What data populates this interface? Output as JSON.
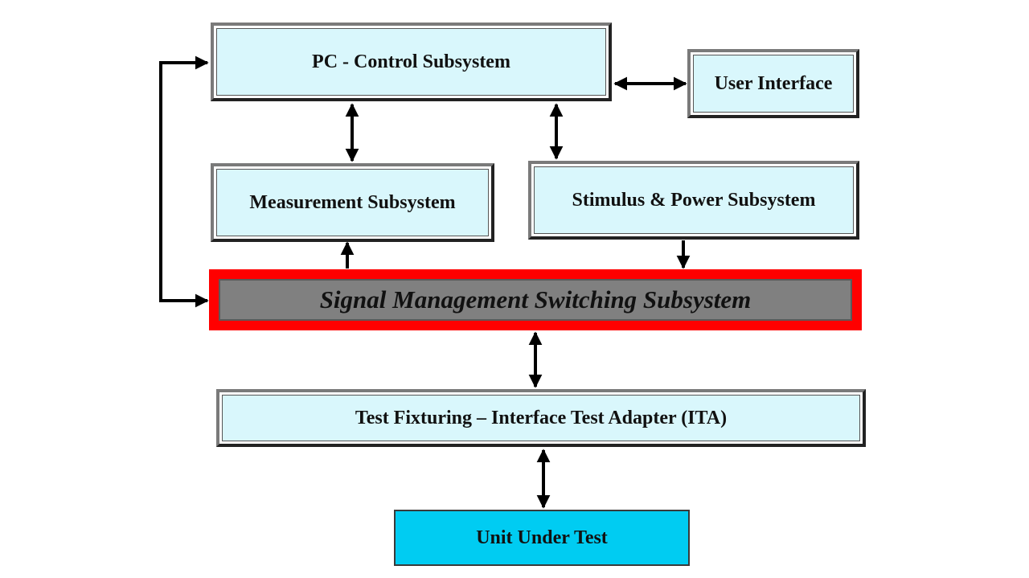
{
  "diagram": {
    "pc_control": "PC - Control Subsystem",
    "user_interface": "User Interface",
    "measurement": "Measurement Subsystem",
    "stimulus_power": "Stimulus & Power Subsystem",
    "signal_management": "Signal Management Switching Subsystem",
    "test_fixturing": "Test Fixturing – Interface Test Adapter (ITA)",
    "unit_under_test": "Unit Under Test",
    "connections": [
      {
        "from": "PC - Control Subsystem",
        "to": "User Interface",
        "direction": "bidirectional"
      },
      {
        "from": "PC - Control Subsystem",
        "to": "Measurement Subsystem",
        "direction": "bidirectional"
      },
      {
        "from": "PC - Control Subsystem",
        "to": "Stimulus & Power Subsystem",
        "direction": "bidirectional"
      },
      {
        "from": "Signal Management Switching Subsystem",
        "to": "Measurement Subsystem",
        "direction": "one-way"
      },
      {
        "from": "Stimulus & Power Subsystem",
        "to": "Signal Management Switching Subsystem",
        "direction": "one-way"
      },
      {
        "from": "PC - Control Subsystem",
        "to": "Signal Management Switching Subsystem",
        "direction": "bidirectional"
      },
      {
        "from": "Signal Management Switching Subsystem",
        "to": "Test Fixturing – Interface Test Adapter (ITA)",
        "direction": "bidirectional"
      },
      {
        "from": "Test Fixturing – Interface Test Adapter (ITA)",
        "to": "Unit Under Test",
        "direction": "bidirectional"
      }
    ],
    "colors": {
      "subsystem_fill": "#d9f7fc",
      "switching_border": "#ff0000",
      "switching_fill": "#808080",
      "uut_fill": "#00ccf2",
      "arrow": "#000000"
    }
  }
}
